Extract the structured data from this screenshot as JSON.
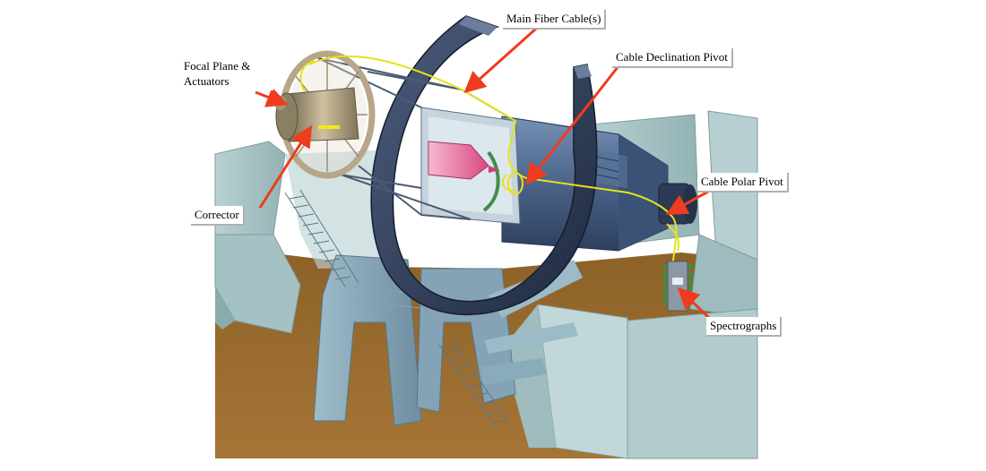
{
  "figure": {
    "labels": {
      "main_fiber_cable": "Main Fiber Cable(s)",
      "cable_declination_pivot": "Cable Declination Pivot",
      "focal_plane_line1": "Focal Plane &",
      "focal_plane_line2": "Actuators",
      "cable_polar_pivot": "Cable Polar Pivot",
      "corrector": "Corrector",
      "spectrographs": "Spectrographs"
    },
    "colors": {
      "arrow": "#ef3b1f",
      "fiber_cable": "#e6e21a",
      "floor": "#9a6b2c",
      "dome_wall": "#a9c6c7",
      "mount": "#8eaec0",
      "ring": "#3c4a66",
      "barrel": "#58739a",
      "corrector_brass": "#a89a78"
    }
  }
}
